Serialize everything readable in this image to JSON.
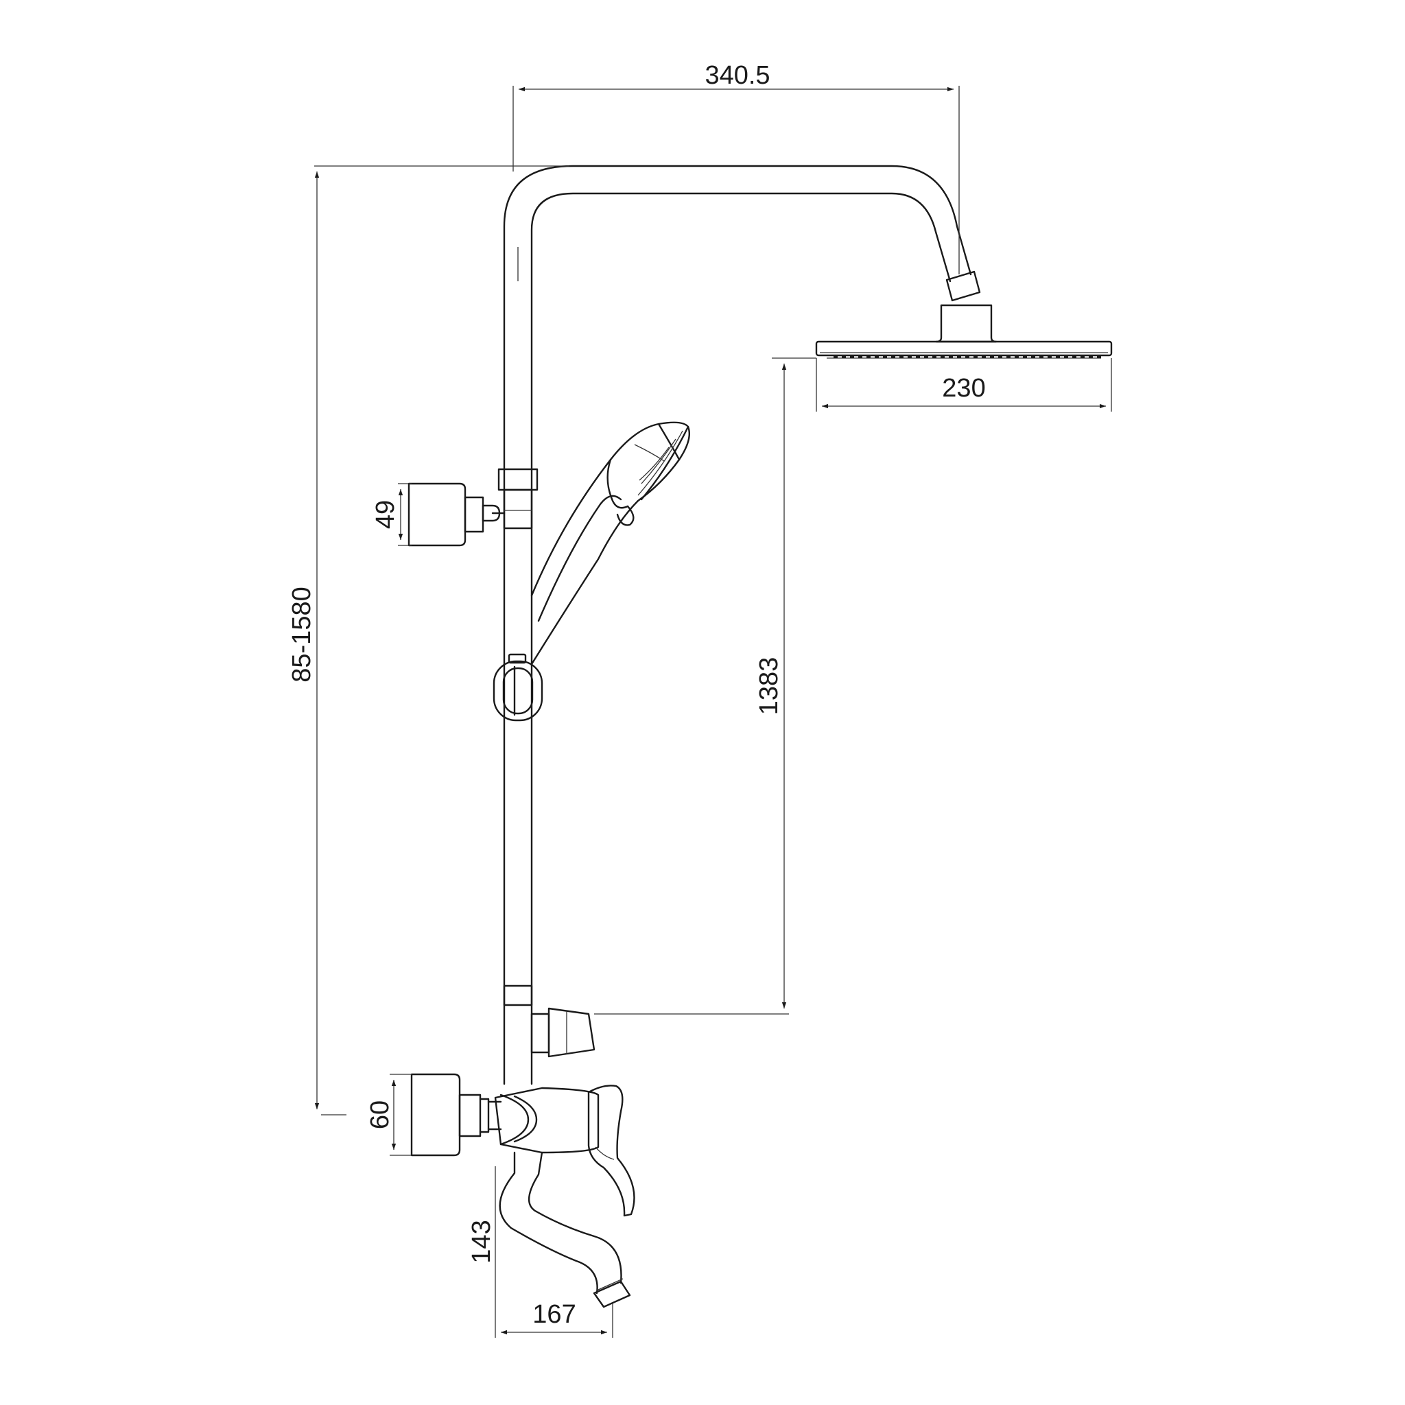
{
  "dimensions": {
    "arm_length": "340.5",
    "head_width": "230",
    "total_height": "85-1580",
    "holder_size": "49",
    "riser_height": "1383",
    "mixer_size": "60",
    "spout_height": "143",
    "spout_length": "167"
  },
  "colors": {
    "line": "#1a1a1a",
    "background": "#ffffff"
  }
}
